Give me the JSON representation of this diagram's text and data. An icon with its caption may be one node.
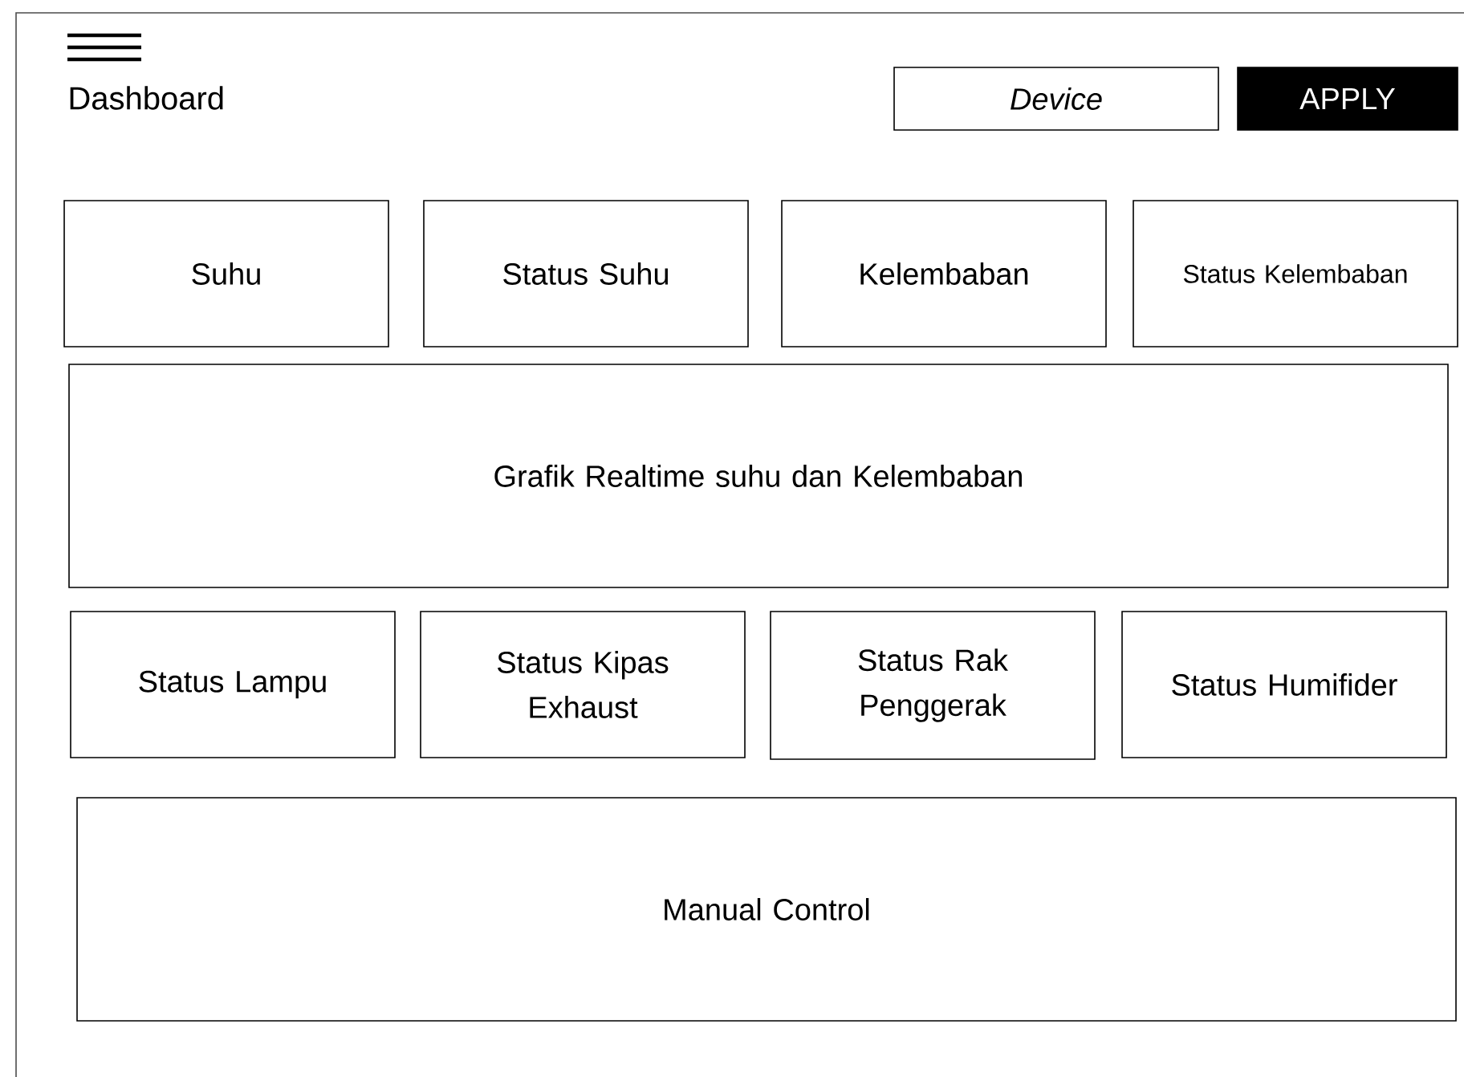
{
  "diagram": {
    "title": "Dashboard",
    "nodes": [
      {
        "text": [
          "Device"
        ]
      },
      {
        "text": [
          "APPLY"
        ]
      },
      {
        "text": [
          "Suhu"
        ]
      },
      {
        "text": [
          "Status Suhu"
        ]
      },
      {
        "text": [
          "Kelembaban"
        ]
      },
      {
        "text": [
          "Status Kelembaban"
        ]
      },
      {
        "text": [
          "Grafik Realtime suhu dan Kelembaban"
        ]
      },
      {
        "text": [
          "Status Lampu"
        ]
      },
      {
        "text": [
          "Status Kipas Exhaust"
        ]
      },
      {
        "text": [
          "Status Rak Penggerak"
        ]
      },
      {
        "text": [
          "Status Humifider"
        ]
      },
      {
        "text": [
          "Manual Control"
        ]
      }
    ]
  }
}
